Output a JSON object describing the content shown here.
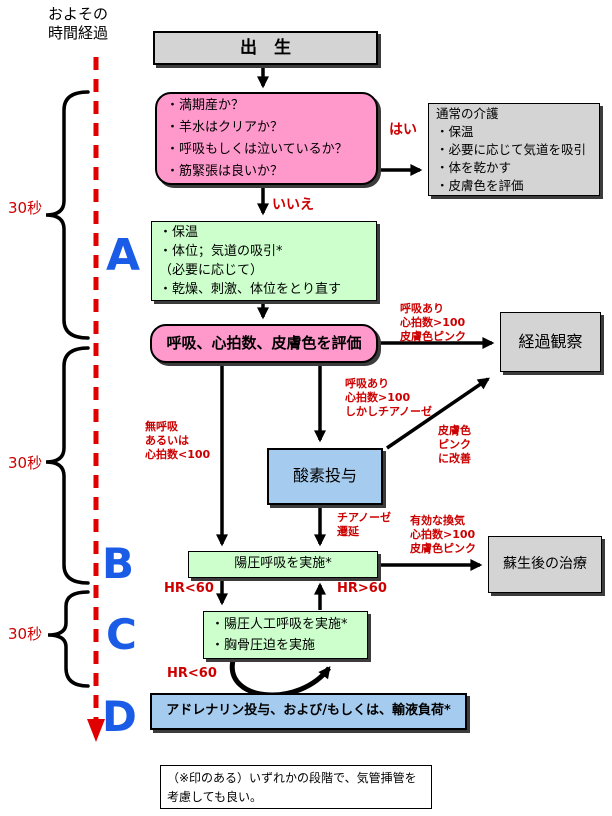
{
  "colors": {
    "pink": "#ff99cc",
    "green": "#ccffcc",
    "blue": "#a5cbee",
    "gray": "#d4d4d4",
    "red": "#cc0000",
    "stage-blue": "#1a5ce6",
    "timeline-red": "#e00000"
  },
  "timeline": {
    "title_line1": "およその",
    "title_line2": "時間経過",
    "interval_1": "30秒",
    "interval_2": "30秒",
    "interval_3": "30秒"
  },
  "stages": {
    "a": "A",
    "b": "B",
    "c": "C",
    "d": "D"
  },
  "boxes": {
    "birth": {
      "label": "出　生"
    },
    "questions": {
      "lines": [
        "・満期産か？",
        "・羊水はクリアか？",
        "・呼吸もしくは泣いているか？",
        "・筋緊張は良いか？"
      ]
    },
    "routine_care": {
      "title": "通常の介護",
      "lines": [
        "・保温",
        "・必要に応じて気道を吸引",
        "・体を乾かす",
        "・皮膚色を評価"
      ]
    },
    "stage_a": {
      "lines": [
        "・保温",
        "・体位；気道の吸引*",
        "（必要に応じて）",
        "・乾燥、刺激、体位をとり直す"
      ]
    },
    "evaluate": {
      "label": "呼吸、心拍数、皮膚色を評価"
    },
    "observation": {
      "label": "経過観察"
    },
    "oxygen": {
      "label": "酸素投与"
    },
    "ppv": {
      "label": "陽圧呼吸を実施*"
    },
    "post_resus": {
      "label": "蘇生後の治療"
    },
    "cpr": {
      "lines": [
        "・陽圧人工呼吸を実施*",
        "・胸骨圧迫を実施"
      ]
    },
    "adrenaline": {
      "label": "アドレナリン投与、および/もしくは、輸液負荷*"
    },
    "footnote": {
      "text": "（※印のある）いずれかの段階で、気管挿管を考慮しても良い。"
    }
  },
  "edge_labels": {
    "yes": "はい",
    "no": "いいえ",
    "breathing_hr_pink": [
      "呼吸あり",
      "心拍数>100",
      "皮膚色ピンク"
    ],
    "breathing_cyanosis": [
      "呼吸あり",
      "心拍数>100",
      "しかしチアノーゼ"
    ],
    "apnea": [
      "無呼吸",
      "あるいは",
      "心拍数<100"
    ],
    "skin_improved": [
      "皮膚色",
      "ピンク",
      "に改善"
    ],
    "cyanosis_persist": [
      "チアノーゼ",
      "遷延"
    ],
    "effective_vent": [
      "有効な換気",
      "心拍数>100",
      "皮膚色ピンク"
    ],
    "hr_below_60_first": "HR<60",
    "hr_above_60": "HR>60",
    "hr_below_60_second": "HR<60"
  }
}
